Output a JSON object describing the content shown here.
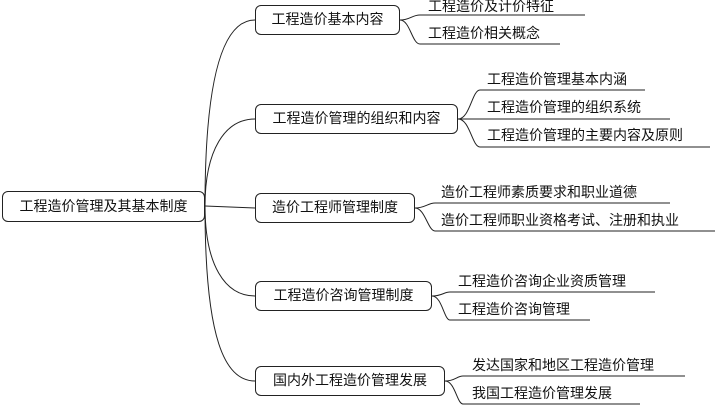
{
  "root": {
    "label": "工程造价管理及其基本制度"
  },
  "branches": [
    {
      "label": "工程造价基本内容",
      "children": [
        "工程造价及计价特征",
        "工程造价相关概念"
      ]
    },
    {
      "label": "工程造价管理的组织和内容",
      "children": [
        "工程造价管理基本内涵",
        "工程造价管理的组织系统",
        "工程造价管理的主要内容及原则"
      ]
    },
    {
      "label": "造价工程师管理制度",
      "children": [
        "造价工程师素质要求和职业道德",
        "造价工程师职业资格考试、注册和执业"
      ]
    },
    {
      "label": "工程造价咨询管理制度",
      "children": [
        "工程造价咨询企业资质管理",
        "工程造价咨询管理"
      ]
    },
    {
      "label": "国内外工程造价管理发展",
      "children": [
        "发达国家和地区工程造价管理",
        "我国工程造价管理发展"
      ]
    }
  ]
}
